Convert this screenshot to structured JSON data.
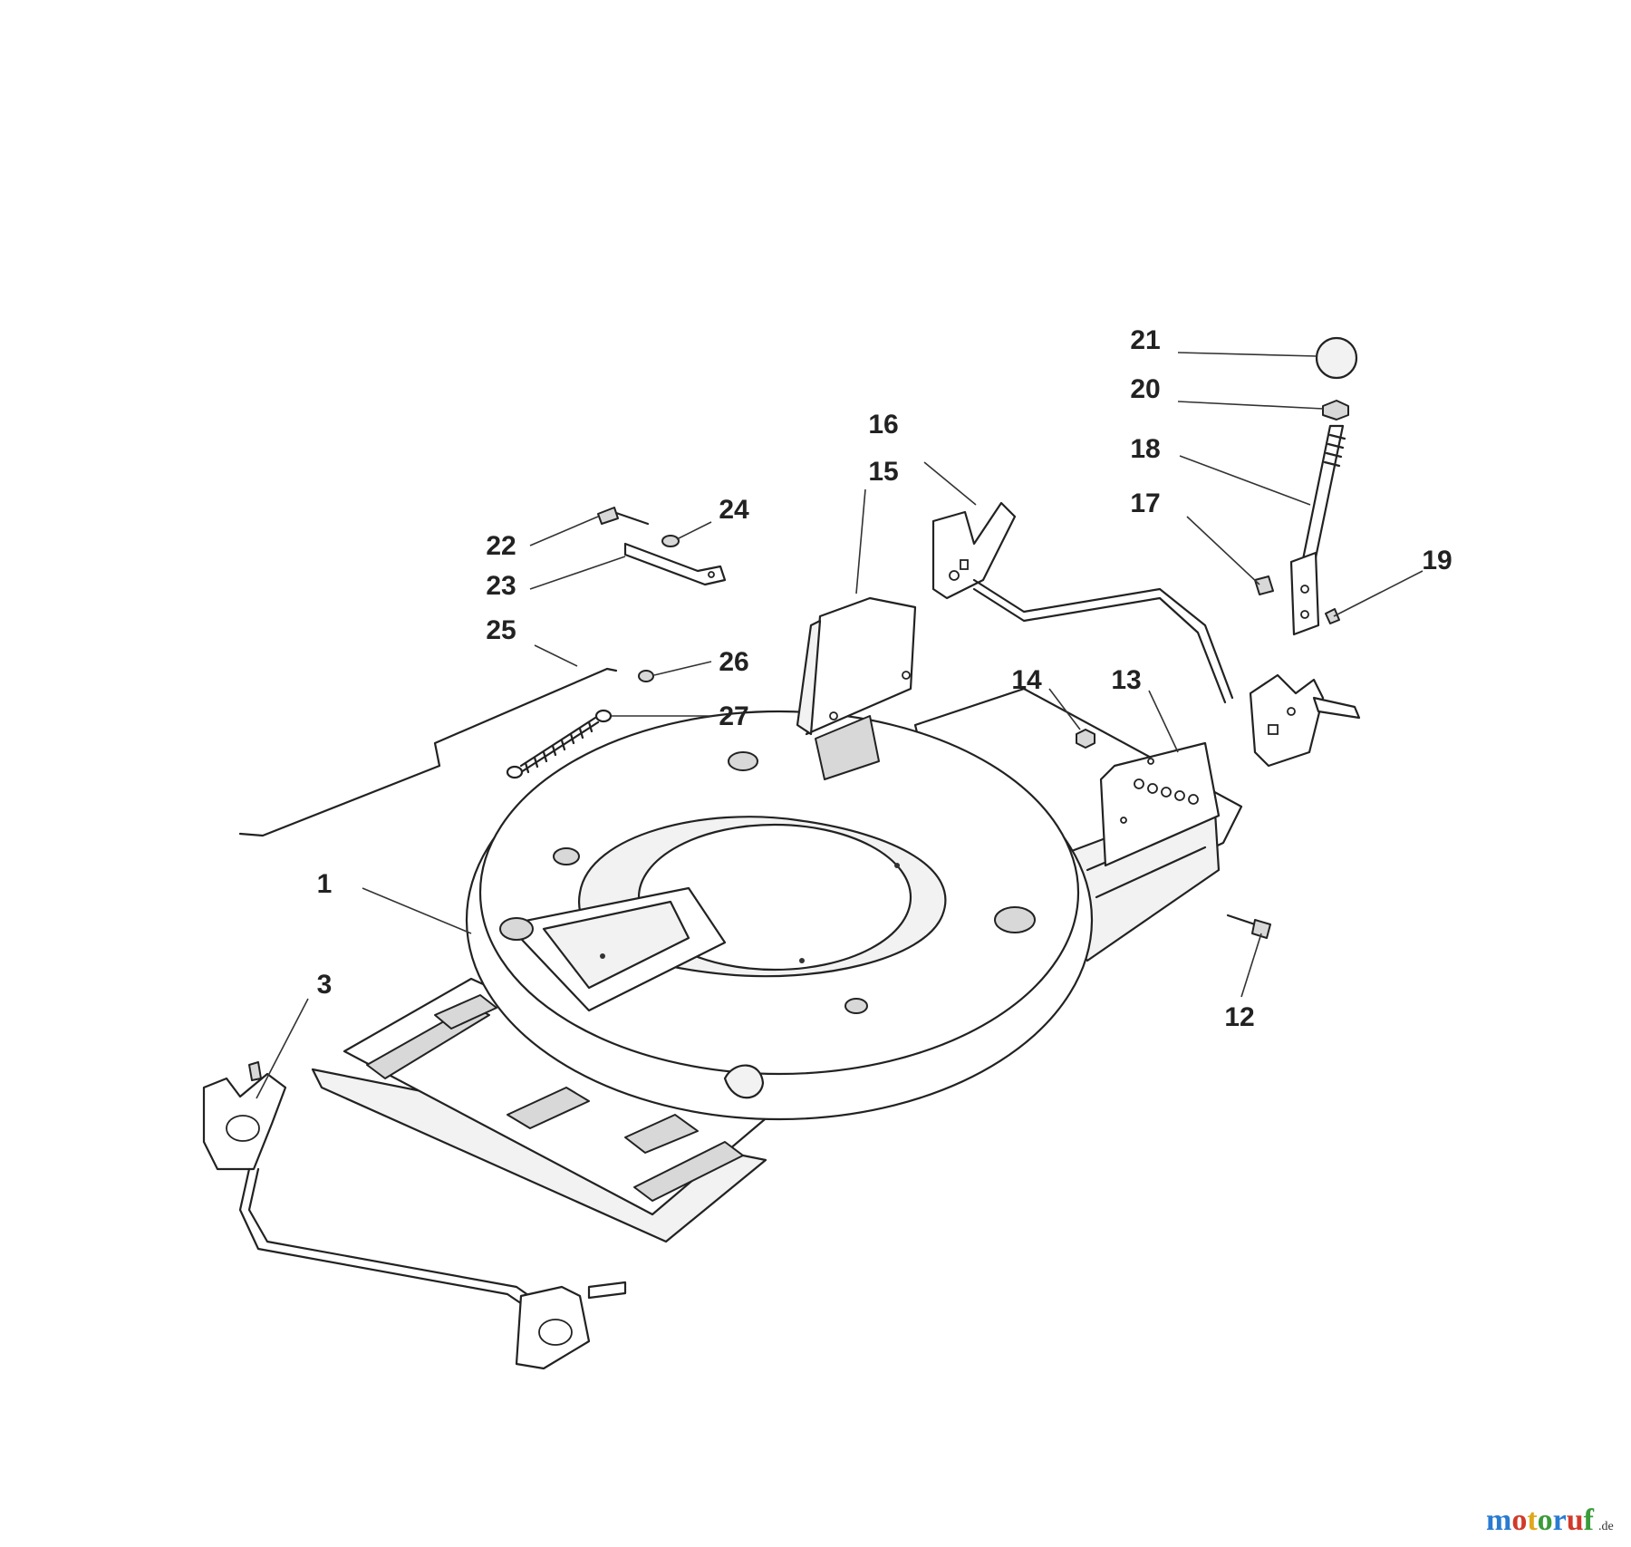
{
  "callouts": [
    {
      "id": "c21",
      "text": "21"
    },
    {
      "id": "c20",
      "text": "20"
    },
    {
      "id": "c18",
      "text": "18"
    },
    {
      "id": "c17",
      "text": "17"
    },
    {
      "id": "c19",
      "text": "19"
    },
    {
      "id": "c16",
      "text": "16"
    },
    {
      "id": "c15",
      "text": "15"
    },
    {
      "id": "c24",
      "text": "24"
    },
    {
      "id": "c22",
      "text": "22"
    },
    {
      "id": "c23",
      "text": "23"
    },
    {
      "id": "c25",
      "text": "25"
    },
    {
      "id": "c26",
      "text": "26"
    },
    {
      "id": "c27",
      "text": "27"
    },
    {
      "id": "c14",
      "text": "14"
    },
    {
      "id": "c13",
      "text": "13"
    },
    {
      "id": "c1",
      "text": "1"
    },
    {
      "id": "c3",
      "text": "3"
    },
    {
      "id": "c12",
      "text": "12"
    }
  ],
  "watermark": {
    "letters": [
      "m",
      "o",
      "t",
      "o",
      "r",
      "u",
      "f"
    ],
    "suffix": ".de",
    "colors": [
      "#2a7bd1",
      "#d13a2a",
      "#e0a81a",
      "#3a9b3a",
      "#2a7bd1",
      "#d13a2a",
      "#3a9b3a"
    ]
  }
}
